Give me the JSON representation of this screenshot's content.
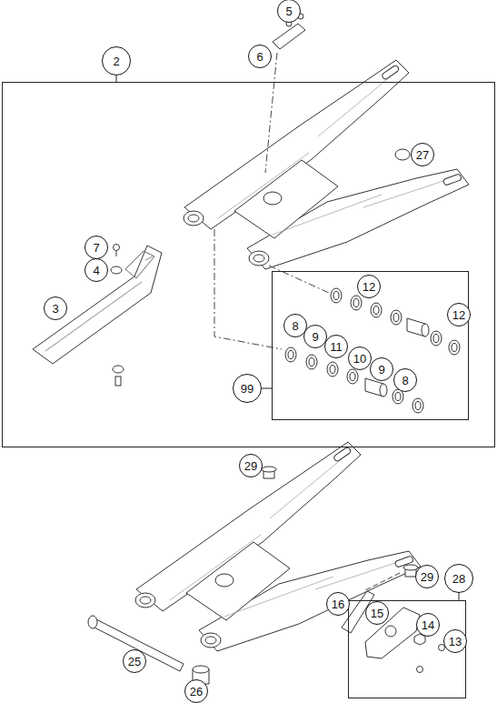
{
  "diagram": {
    "nodes": [
      {
        "text": [
          "2"
        ]
      },
      {
        "text": [
          "5"
        ]
      },
      {
        "text": [
          "6"
        ]
      },
      {
        "text": [
          "27"
        ],
        "in": 0
      },
      {
        "text": [
          "7"
        ],
        "in": 0
      },
      {
        "text": [
          "4"
        ],
        "in": 0
      },
      {
        "text": [
          "3"
        ],
        "in": 0
      },
      {
        "text": [
          "99"
        ],
        "in": 0
      },
      {
        "text": [
          "12"
        ],
        "in": 7
      },
      {
        "text": [
          "12"
        ],
        "in": 7
      },
      {
        "text": [
          "8"
        ],
        "in": 7
      },
      {
        "text": [
          "9"
        ],
        "in": 7
      },
      {
        "text": [
          "11"
        ],
        "in": 7
      },
      {
        "text": [
          "10"
        ],
        "in": 7
      },
      {
        "text": [
          "9"
        ],
        "in": 7
      },
      {
        "text": [
          "8"
        ],
        "in": 7
      },
      {
        "text": [
          "29"
        ]
      },
      {
        "text": [
          "29"
        ]
      },
      {
        "text": [
          "28"
        ]
      },
      {
        "text": [
          "16"
        ]
      },
      {
        "text": [
          "15"
        ],
        "in": 18
      },
      {
        "text": [
          "14"
        ],
        "in": 18
      },
      {
        "text": [
          "13"
        ],
        "in": 18
      },
      {
        "text": [
          "25"
        ]
      },
      {
        "text": [
          "26"
        ]
      }
    ]
  }
}
